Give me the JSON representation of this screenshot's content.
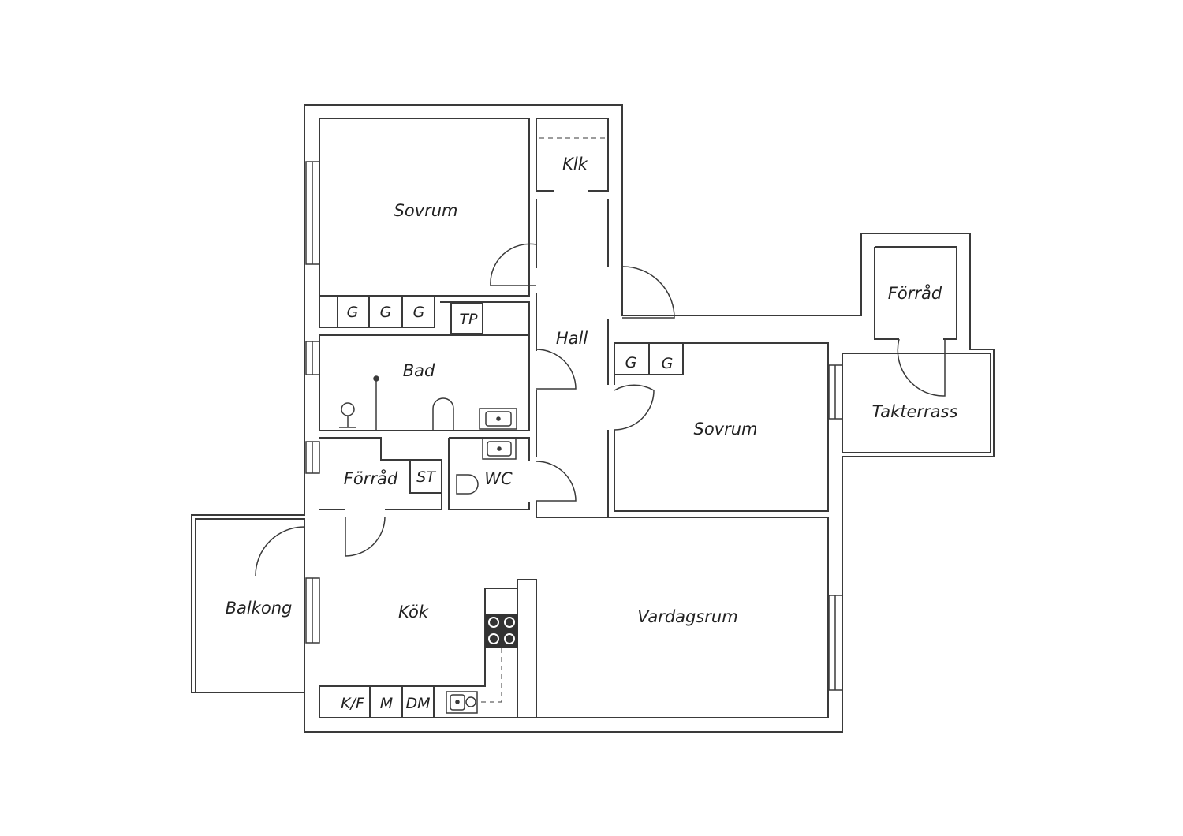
{
  "colors": {
    "wall": "#3a3a3a",
    "line": "#222222",
    "background": "#ffffff",
    "stove": "#333333"
  },
  "rooms": {
    "sovrum_top": "Sovrum",
    "klk": "Klk",
    "hall": "Hall",
    "bad": "Bad",
    "forrad_small": "Förråd",
    "wc": "WC",
    "kok": "Kök",
    "balkong": "Balkong",
    "vardagsrum": "Vardagsrum",
    "sovrum_right": "Sovrum",
    "forrad_terrace": "Förråd",
    "takterrass": "Takterrass"
  },
  "fixtures": {
    "wardrobes_top": [
      "G",
      "G",
      "G"
    ],
    "wardrobes_right": [
      "G",
      "G"
    ],
    "tp": "TP",
    "st": "ST",
    "kitchen": [
      "K/F",
      "M",
      "DM"
    ]
  },
  "icons": [
    "toilet-icon",
    "sink-icon",
    "shower-icon",
    "stove-icon",
    "kitchen-sink-icon",
    "window-icon",
    "door-swing-icon"
  ]
}
